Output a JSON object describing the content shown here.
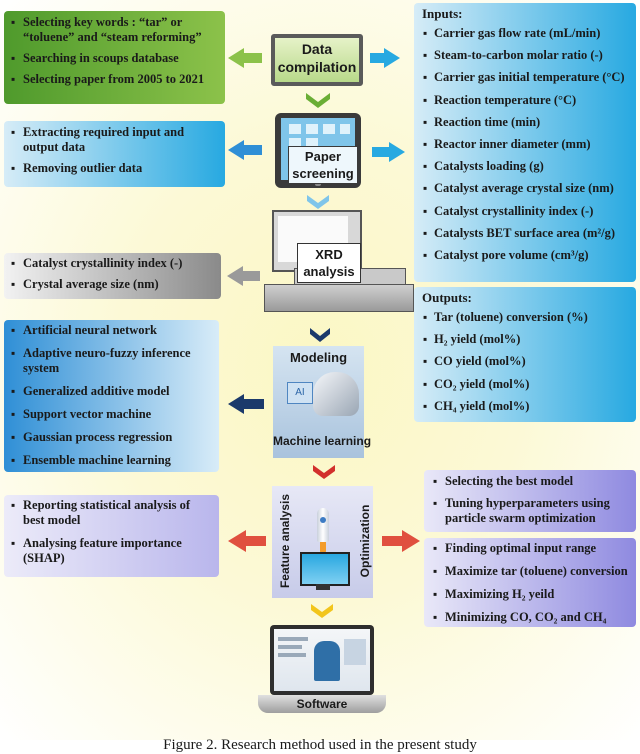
{
  "data_compilation": {
    "title": "Data compilation",
    "items": [
      "Selecting key words : “tar” or “toluene” and “steam reforming”",
      "Searching in scoups database",
      "Selecting paper from 2005 to 2021"
    ]
  },
  "paper_screening": {
    "title": "Paper screening",
    "items": [
      "Extracting required input and output data",
      "Removing outlier data"
    ]
  },
  "xrd": {
    "title": "XRD analysis",
    "items": [
      "Catalyst crystallinity index (-)",
      "Crystal average size (nm)"
    ]
  },
  "inputs": {
    "heading": "Inputs:",
    "items": [
      "Carrier gas flow rate (mL/min)",
      "Steam-to-carbon molar ratio (-)",
      "Carrier gas initial temperature (°C)",
      "Reaction temperature (°C)",
      "Reaction time (min)",
      "Reactor inner  diameter (mm)",
      "Catalysts loading (g)",
      "Catalyst average crystal size (nm)",
      "Catalyst crystallinity index (-)",
      "Catalysts BET surface area (m²/g)",
      "Catalyst pore volume (cm³/g)"
    ]
  },
  "outputs": {
    "heading": "Outputs:",
    "items": [
      "Tar (toluene) conversion (%)",
      "H₂ yield (mol%)",
      "CO yield (mol%)",
      "CO₂  yield (mol%)",
      "CH₄ yield (mol%)"
    ]
  },
  "modeling": {
    "title": "Modeling",
    "subtitle": "Machine learning",
    "ai_label": "AI",
    "items": [
      "Artificial neural network",
      "Adaptive neuro-fuzzy inference system",
      "Generalized additive model",
      "Support vector machine",
      "Gaussian process regression",
      "Ensemble machine learning"
    ]
  },
  "feature": {
    "label_left": "Feature analysis",
    "label_right": "Optimization",
    "left_items": [
      "Reporting statistical analysis of best model",
      "Analysing feature importance (SHAP)"
    ],
    "right_top_items": [
      "Selecting the best model",
      "Tuning hyperparameters using particle swarm optimization"
    ],
    "right_bottom_items": [
      "Finding optimal input range",
      "Maximize tar (toluene) conversion",
      "Maximizing H₂ yeild",
      "Minimizing CO, CO₂ and CH₄"
    ]
  },
  "software": {
    "label": "Software"
  },
  "caption": "Figure 2. Research method used in the present study",
  "colors": {
    "green": "#6aae35",
    "cyan": "#27a9e1",
    "grey": "#8a8a8a",
    "blue_arrow": "#1f6fb5",
    "navy_arrow": "#1b3a6b",
    "red_arrow": "#d2302c",
    "yellow_arrow": "#f2c51c"
  }
}
